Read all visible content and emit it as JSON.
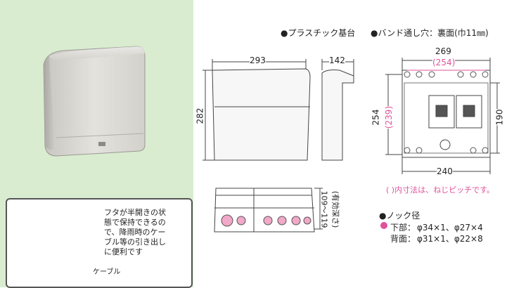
{
  "header": {
    "bullet_base": "●プラスチック基台",
    "bullet_band": "●バンド通し穴：裏面(巾11㎜)"
  },
  "dimensions": {
    "front_width": "293",
    "side_depth": "142",
    "front_height": "282",
    "back_width": "269",
    "back_width_pitch": "(254)",
    "back_height": "254",
    "back_height_pitch": "(239)",
    "inner_height": "190",
    "bottom_width": "240",
    "bottom_depth": "109～119",
    "bottom_depth_note": "(有効深さ)"
  },
  "notes": {
    "pitch_note": "( )内寸法は、ねじピッチです。",
    "knock_title": "●ノック径",
    "knock_bottom_label": "下部：",
    "knock_bottom_values": "φ34×1、φ27×4",
    "knock_back_label": "背面：",
    "knock_back_values": "φ31×1、φ22×8"
  },
  "inset": {
    "caption_lines": [
      "フタが半開きの状",
      "態で保持できるの",
      "で、降雨時のケー",
      "ブル等の引き出し",
      "に便利です"
    ],
    "cable_label": "ケーブル"
  },
  "colors": {
    "pink": "#e0529a",
    "panel_bg": "#d9ecd0"
  }
}
